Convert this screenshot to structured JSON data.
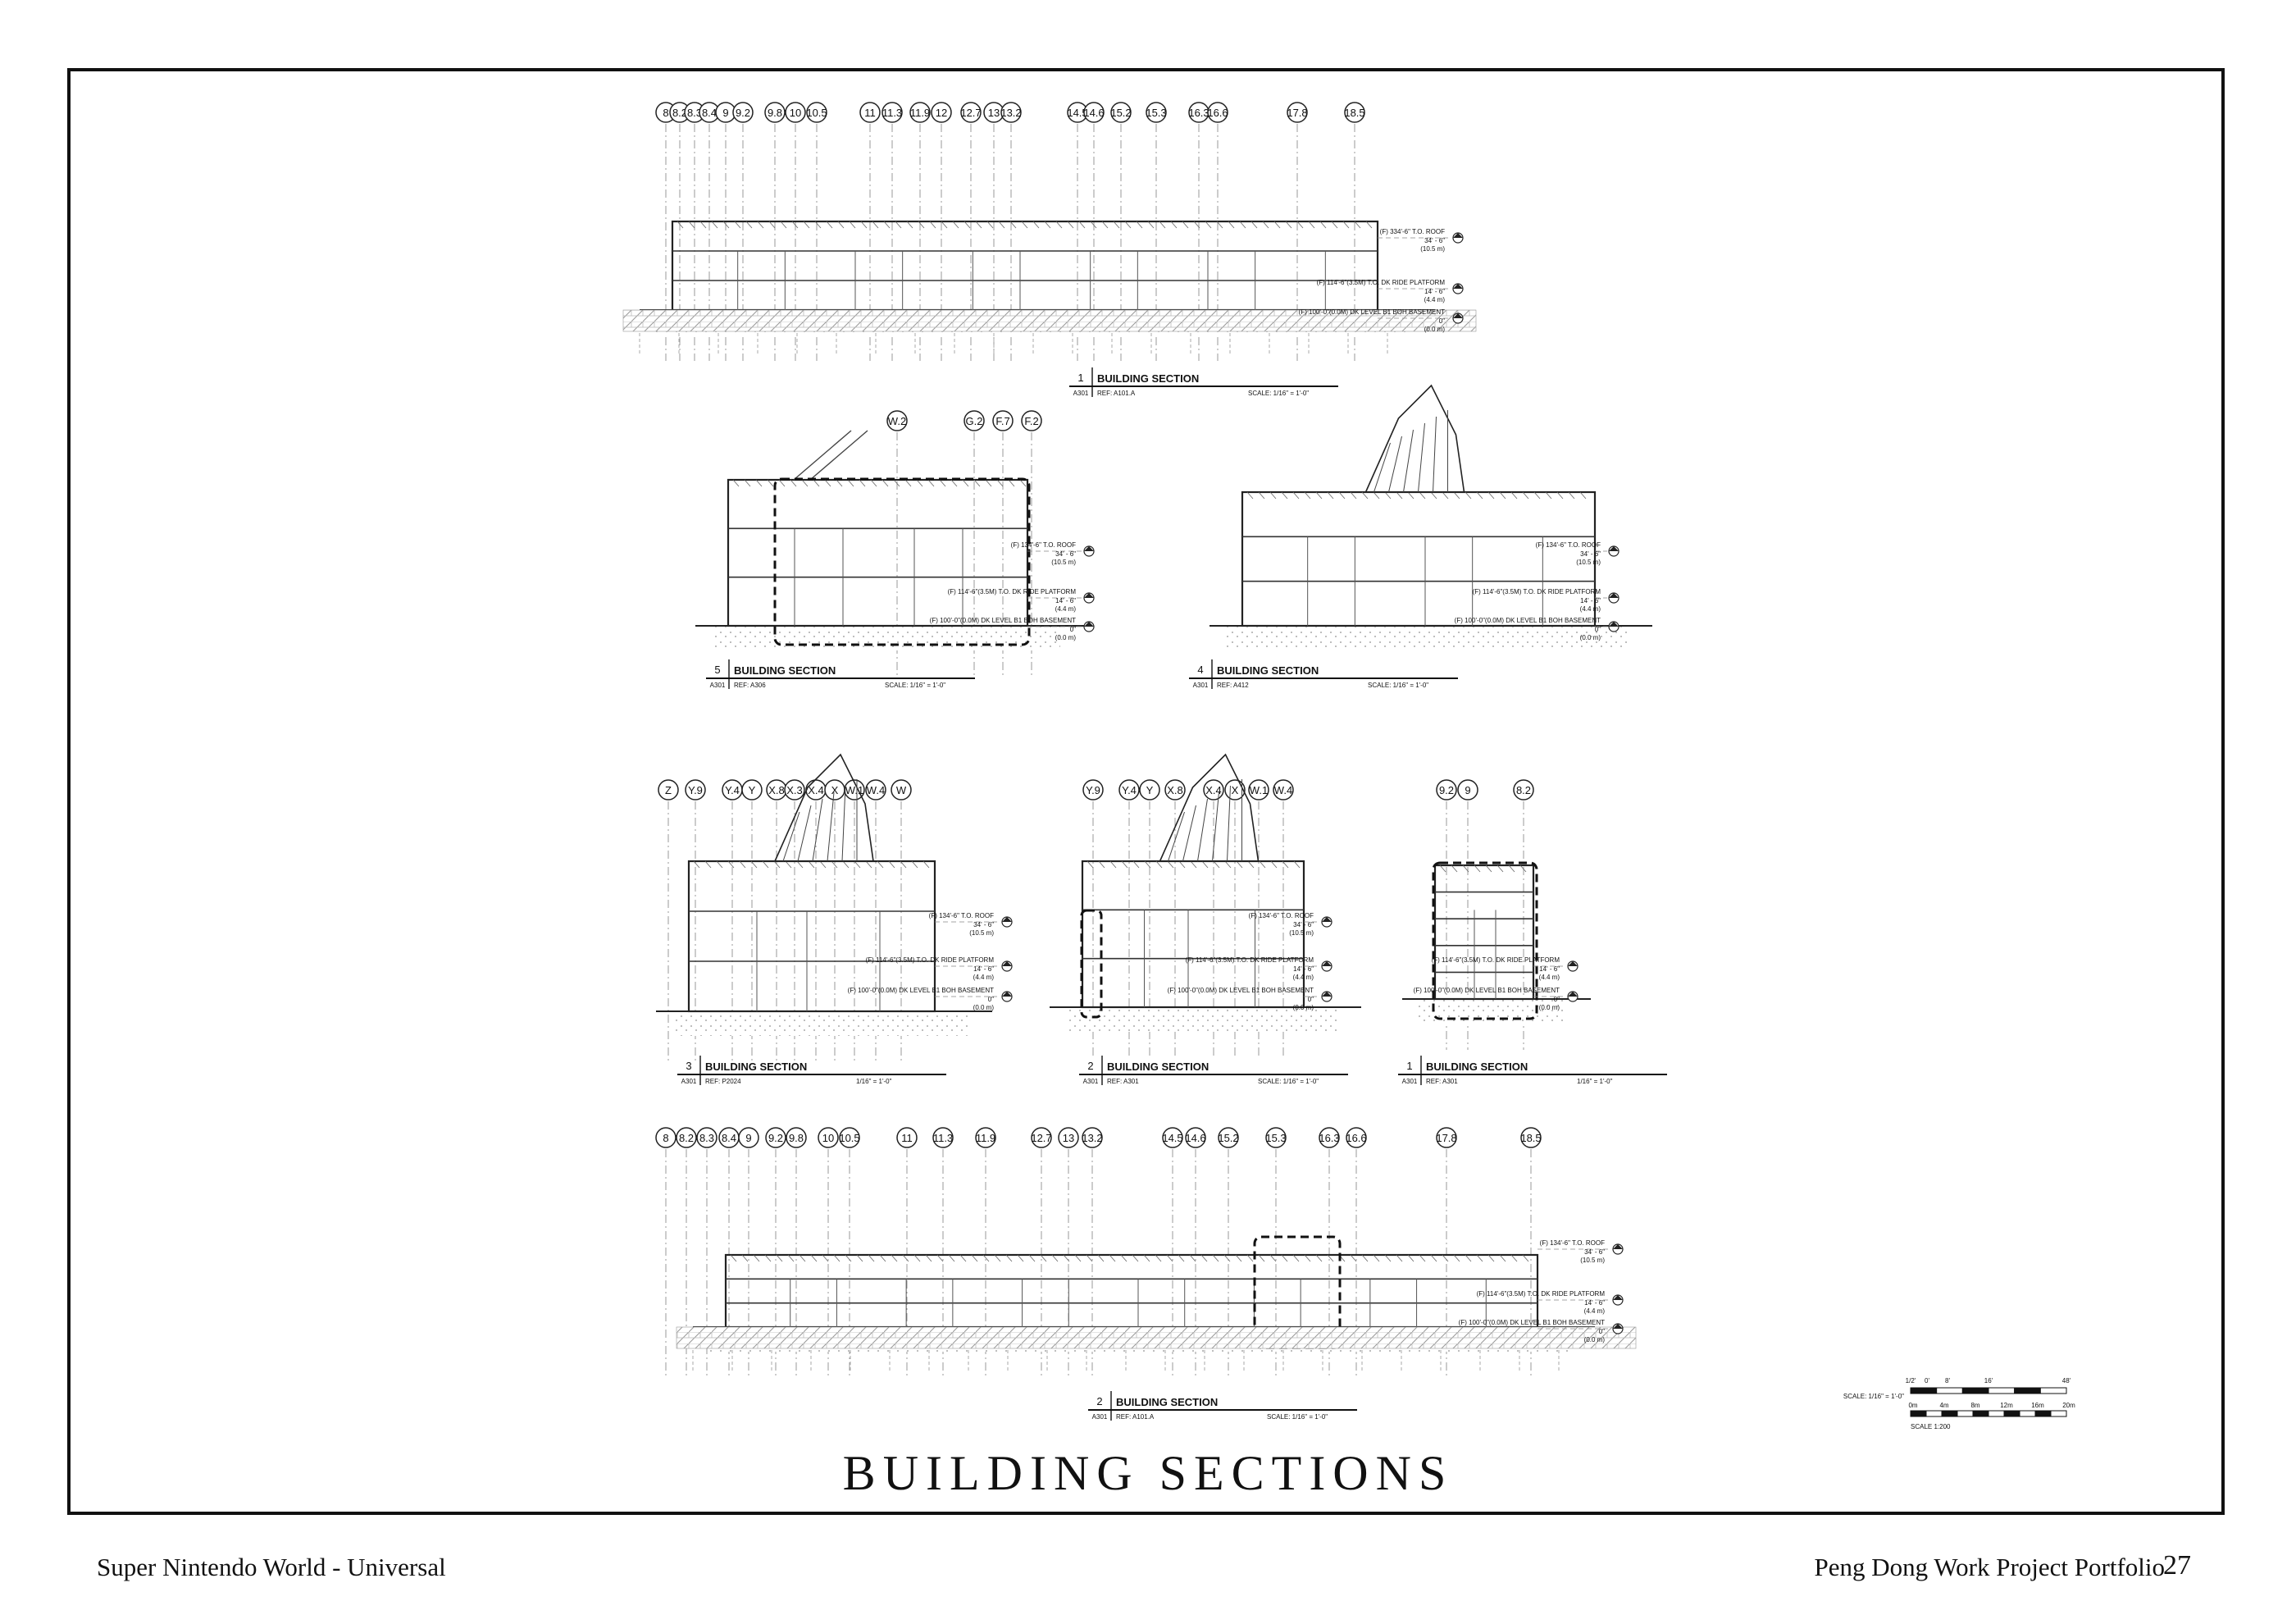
{
  "page": {
    "title": "BUILDING SECTIONS",
    "project_name": "Super Nintendo World - Universal",
    "portfolio_name": "Peng Dong Work Project Portfolio",
    "page_number": "27"
  },
  "sections": [
    {
      "id": "s1-top",
      "number": "1",
      "sheet": "A301",
      "title": "BUILDING SECTION",
      "ref": "REF: A101.A",
      "scale": "SCALE: 1/16\" = 1'-0\"",
      "grids": [
        "8",
        "8.2",
        "8.3",
        "8.4",
        "9",
        "9.2",
        "9.8",
        "10",
        "10.5",
        "11",
        "11.3",
        "11.9",
        "12",
        "12.7",
        "13",
        "13.2",
        "14.5",
        "14.6",
        "15.2",
        "15.3",
        "16.3",
        "16.6",
        "17.8",
        "18.5"
      ],
      "levels": [
        {
          "label": "(F) 334'-6\" T.O. ROOF",
          "sub": "34' - 6\"",
          "metric": "(10.5 m)"
        },
        {
          "label": "(F) 114'-6\"(3.5M) T.O. DK RIDE PLATFORM",
          "sub": "14' - 6\"",
          "metric": "(4.4 m)"
        },
        {
          "label": "(F) 100'-0\"(0.0M) DK LEVEL B1 BOH BASEMENT",
          "sub": "0\"",
          "metric": "(0.0 m)"
        }
      ]
    },
    {
      "id": "s5",
      "number": "5",
      "sheet": "A301",
      "title": "BUILDING SECTION",
      "ref": "REF: A306",
      "scale": "SCALE: 1/16\" = 1'-0\"",
      "grids": [
        "W.2",
        "G.2",
        "F.7",
        "F.2"
      ],
      "levels": [
        {
          "label": "(F) 134'-6\" T.O. ROOF",
          "sub": "34' - 6\"",
          "metric": "(10.5 m)"
        },
        {
          "label": "(F) 114'-6\"(3.5M) T.O. DK RIDE PLATFORM",
          "sub": "14' - 6\"",
          "metric": "(4.4 m)"
        },
        {
          "label": "(F) 100'-0\"(0.0M) DK LEVEL B1 BOH BASEMENT",
          "sub": "0\"",
          "metric": "(0.0 m)"
        }
      ]
    },
    {
      "id": "s4",
      "number": "4",
      "sheet": "A301",
      "title": "BUILDING SECTION",
      "ref": "REF: A412",
      "scale": "SCALE: 1/16\" = 1'-0\"",
      "grids": [],
      "levels": [
        {
          "label": "(F) 134'-6\" T.O. ROOF",
          "sub": "34' - 6\"",
          "metric": "(10.5 m)"
        },
        {
          "label": "(F) 114'-6\"(3.5M) T.O. DK RIDE PLATFORM",
          "sub": "14' - 6\"",
          "metric": "(4.4 m)"
        },
        {
          "label": "(F) 100'-0\"(0.0M) DK LEVEL B1 BOH BASEMENT",
          "sub": "0\"",
          "metric": "(0.0 m)"
        }
      ]
    },
    {
      "id": "s3",
      "number": "3",
      "sheet": "A301",
      "title": "BUILDING SECTION",
      "ref": "REF: P2024",
      "scale": "1/16\" = 1'-0\"",
      "grids": [
        "Z",
        "Y.9",
        "Y.4",
        "Y",
        "X.8",
        "X.3",
        "X.4",
        "X",
        "W.1",
        "W.4",
        "W"
      ],
      "levels": [
        {
          "label": "(F) 134'-6\" T.O. ROOF",
          "sub": "34' - 6\"",
          "metric": "(10.5 m)"
        },
        {
          "label": "(F) 114'-6\"(3.5M) T.O. DK RIDE PLATFORM",
          "sub": "14' - 6\"",
          "metric": "(4.4 m)"
        },
        {
          "label": "(F) 100'-0\"(0.0M) DK LEVEL B1 BOH BASEMENT",
          "sub": "0\"",
          "metric": "(0.0 m)"
        }
      ]
    },
    {
      "id": "s2-mid",
      "number": "2",
      "sheet": "A301",
      "title": "BUILDING SECTION",
      "ref": "REF: A301",
      "scale": "SCALE: 1/16\" = 1'-0\"",
      "grids": [
        "Y.9",
        "Y.4",
        "Y",
        "X.8",
        "X.4",
        "X",
        "W.1",
        "W.4"
      ],
      "levels": [
        {
          "label": "(F) 134'-6\" T.O. ROOF",
          "sub": "34' - 6\"",
          "metric": "(10.5 m)"
        },
        {
          "label": "(F) 114'-6\"(3.5M) T.O. DK RIDE PLATFORM",
          "sub": "14' - 6\"",
          "metric": "(4.4 m)"
        },
        {
          "label": "(F) 100'-0\"(0.0M) DK LEVEL B1 BOH BASEMENT",
          "sub": "0\"",
          "metric": "(0.0 m)"
        }
      ]
    },
    {
      "id": "s1-mid",
      "number": "1",
      "sheet": "A301",
      "title": "BUILDING SECTION",
      "ref": "REF: A301",
      "scale": "1/16\" = 1'-0\"",
      "grids": [
        "9.2",
        "9",
        "8.2"
      ],
      "levels": [
        {
          "label": "(F) 114'-6\"(3.5M) T.O. DK RIDE PLATFORM",
          "sub": "14' - 6\"",
          "metric": "(4.4 m)"
        },
        {
          "label": "(F) 100'-0\"(0.0M) DK LEVEL B1 BOH BASEMENT",
          "sub": "0\"",
          "metric": "(0.0 m)"
        }
      ]
    },
    {
      "id": "s2-bottom",
      "number": "2",
      "sheet": "A301",
      "title": "BUILDING SECTION",
      "ref": "REF: A101.A",
      "scale": "SCALE: 1/16\" = 1'-0\"",
      "grids": [
        "8",
        "8.2",
        "8.3",
        "8.4",
        "9",
        "9.2",
        "9.8",
        "10",
        "10.5",
        "11",
        "11.3",
        "11.9",
        "12.7",
        "13",
        "13.2",
        "14.5",
        "14.6",
        "15.2",
        "15.3",
        "16.3",
        "16.6",
        "17.8",
        "18.5"
      ],
      "levels": [
        {
          "label": "(F) 134'-6\" T.O. ROOF",
          "sub": "34' - 6\"",
          "metric": "(10.5 m)"
        },
        {
          "label": "(F) 114'-6\"(3.5M) T.O. DK RIDE PLATFORM",
          "sub": "14' - 6\"",
          "metric": "(4.4 m)"
        },
        {
          "label": "(F) 100'-0\"(0.0M) DK LEVEL B1 BOH BASEMENT",
          "sub": "0\"",
          "metric": "(0.0 m)"
        }
      ]
    }
  ],
  "scale_bar": {
    "imperial_label": "SCALE: 1/16\" = 1'-0\"",
    "imperial_ticks": [
      "1/2'",
      "0'",
      "8'",
      "16'",
      "48'"
    ],
    "metric_ticks": [
      "0m",
      "4m",
      "8m",
      "12m",
      "16m",
      "20m"
    ],
    "metric_label": "SCALE 1:200"
  }
}
